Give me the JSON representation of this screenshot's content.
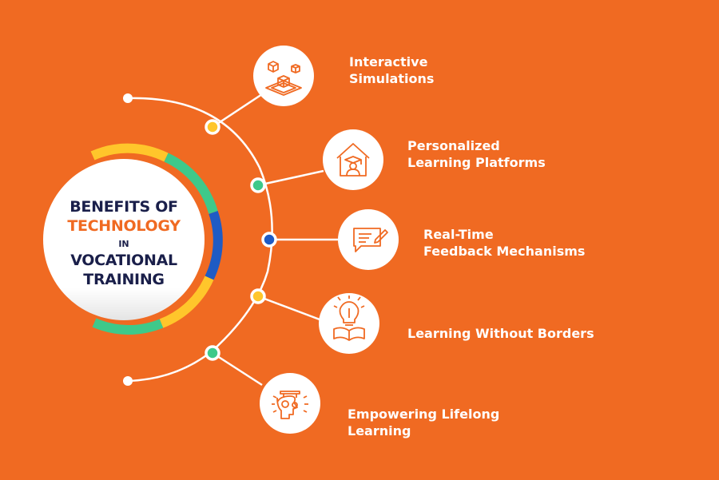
{
  "center": {
    "line1": "BENEFITS OF",
    "line2": "TECHNOLOGY",
    "line3": "IN",
    "line4": "VOCATIONAL",
    "line5": "TRAINING"
  },
  "items": [
    {
      "label_lines": [
        "Interactive",
        "Simulations"
      ],
      "icon": "isometric-boxes-icon"
    },
    {
      "label_lines": [
        "Personalized",
        "Learning Platforms"
      ],
      "icon": "graduate-house-icon"
    },
    {
      "label_lines": [
        "Real-Time",
        "Feedback Mechanisms"
      ],
      "icon": "feedback-chat-icon"
    },
    {
      "label_lines": [
        "Learning Without Borders"
      ],
      "icon": "lightbulb-book-icon"
    },
    {
      "label_lines": [
        "Empowering Lifelong",
        "Learning"
      ],
      "icon": "head-gears-icon"
    }
  ],
  "colors": {
    "background": "#f06a22",
    "navy": "#1a1f4a",
    "yellow": "#ffc62b",
    "green": "#3ec98a",
    "blue": "#1f5bc4",
    "white": "#ffffff"
  }
}
